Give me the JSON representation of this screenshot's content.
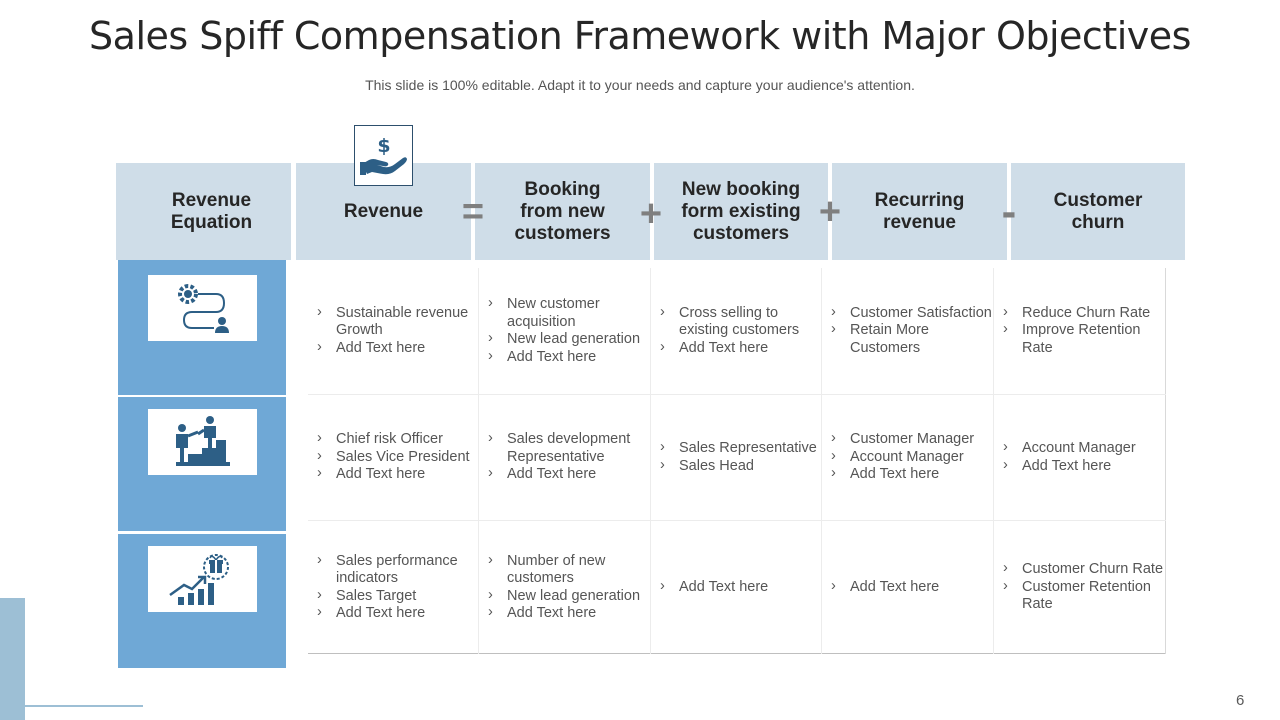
{
  "title": "Sales Spiff Compensation Framework with Major Objectives",
  "subtitle": "This slide is 100% editable. Adapt it to your needs and capture your audience's attention.",
  "header": [
    "Revenue Equation",
    "Revenue",
    "Booking from new customers",
    "New booking form existing customers",
    "Recurring revenue",
    "Customer churn"
  ],
  "operators": [
    "=",
    "+",
    "+",
    "-"
  ],
  "icons": {
    "header": "money-hand-icon",
    "rows": [
      "gear-process-person-icon",
      "people-climbing-steps-icon",
      "growth-chart-gift-icon"
    ]
  },
  "rows": [
    {
      "cells": [
        [
          "Sustainable revenue Growth",
          "Add Text here"
        ],
        [
          "New customer acquisition",
          "New lead generation",
          "Add Text here"
        ],
        [
          "Cross selling to existing customers",
          "Add Text here"
        ],
        [
          "Customer Satisfaction",
          "Retain More Customers"
        ],
        [
          "Reduce Churn Rate",
          "Improve Retention Rate"
        ]
      ]
    },
    {
      "cells": [
        [
          "Chief risk Officer",
          "Sales Vice President",
          "Add Text here"
        ],
        [
          "Sales development Representative",
          "Add Text here"
        ],
        [
          "Sales Representative",
          "Sales Head"
        ],
        [
          "Customer Manager",
          "Account Manager",
          "Add Text here"
        ],
        [
          "Account Manager",
          "Add Text here"
        ]
      ]
    },
    {
      "cells": [
        [
          "Sales performance indicators",
          "Sales Target",
          "Add Text here"
        ],
        [
          "Number of new customers",
          "New lead generation",
          "Add Text here"
        ],
        [
          "Add Text here"
        ],
        [
          "Add Text here"
        ],
        [
          "Customer Churn Rate",
          "Customer Retention Rate"
        ]
      ]
    }
  ],
  "page_number": "6",
  "colors": {
    "header_bg": "#cfdde8",
    "side_bg": "#6fa8d6",
    "icon_dark": "#2d5f86",
    "deco": "#9dbfd5"
  }
}
